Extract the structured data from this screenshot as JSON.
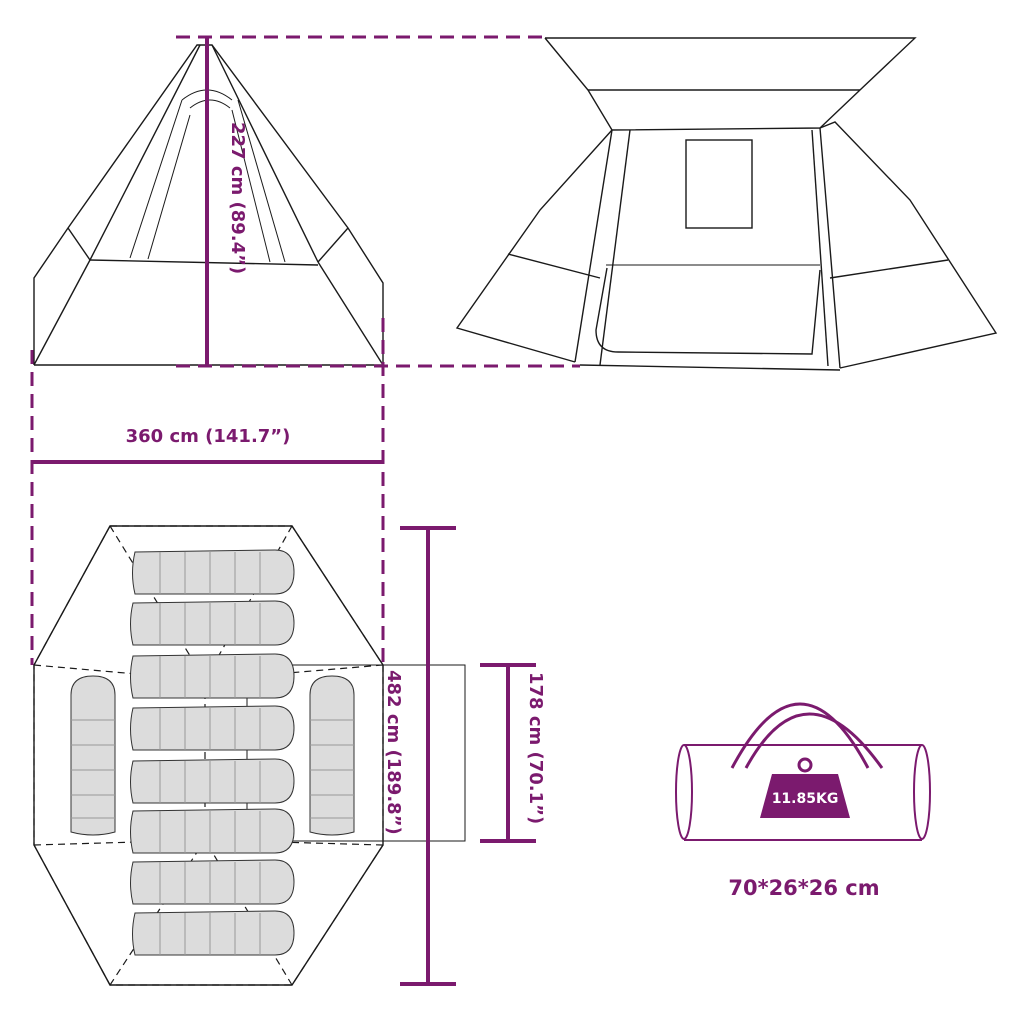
{
  "dimensions": {
    "height": "227 cm (89.4”)",
    "width": "360 cm (141.7”)",
    "length": "482 cm (189.8”)",
    "inner_length": "178 cm (70.1”)"
  },
  "package": {
    "weight": "11.85KG",
    "size": "70*26*26 cm"
  },
  "colors": {
    "accent": "#7b1a6e",
    "line": "#1a1a1a",
    "sleeping_bag": "#dcdcdc"
  },
  "icons": [
    "tent-front-view",
    "tent-side-view",
    "tent-top-view",
    "sleeping-bag",
    "carry-bag",
    "weight-icon"
  ]
}
